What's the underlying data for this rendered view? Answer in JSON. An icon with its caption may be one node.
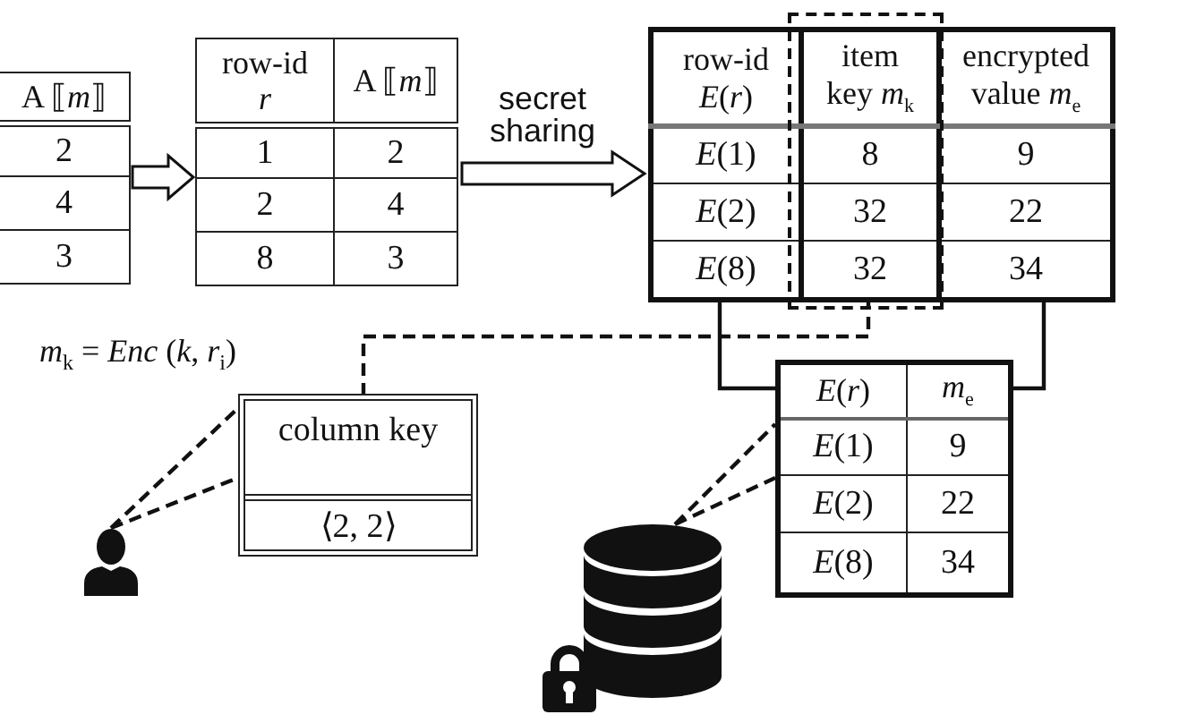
{
  "diagram": {
    "nodes": [
      {
        "text": [
          "A ⟦*m*⟧",
          "2",
          "4",
          "3"
        ]
      },
      {
        "text": [
          "row-id *r*",
          "A ⟦*m*⟧",
          "1",
          "2",
          "2",
          "4",
          "8",
          "3"
        ]
      },
      {
        "text": [
          "row-id *E*(*r*)",
          "item key *m*$_{k}$",
          "encrypted value *m*$_{e}$",
          "*E*(1)",
          "8",
          "9",
          "*E*(2)",
          "32",
          "22",
          "*E*(8)",
          "32",
          "34"
        ]
      },
      {
        "text": [
          "column key",
          "⟨2, 2⟩"
        ]
      },
      {
        "text": [],
        "shape": "person"
      },
      {
        "text": [
          "*E*(*r*)",
          "*m*$_{e}$",
          "*E*(1)",
          "9",
          "*E*(2)",
          "22",
          "*E*(8)",
          "34"
        ]
      },
      {
        "text": [],
        "shape": "cylinder"
      }
    ],
    "edges": [
      {
        "from": 0,
        "to": 1,
        "arrow": "to"
      },
      {
        "from": 1,
        "to": 2,
        "arrow": "to",
        "label": "secret sharing"
      },
      {
        "from": 2,
        "to": 3,
        "arrow": "none",
        "style": "dashed"
      },
      {
        "from": 4,
        "to": 3,
        "arrow": "none",
        "style": "dashed"
      },
      {
        "from": 2,
        "to": 5,
        "arrow": "none"
      },
      {
        "from": 2,
        "to": 5,
        "arrow": "none"
      },
      {
        "from": 6,
        "to": 5,
        "arrow": "none",
        "style": "dashed"
      }
    ],
    "labels": [
      "*m*$_{k}$ = *Enc* (*k*, *r*$_{i}$)"
    ]
  }
}
